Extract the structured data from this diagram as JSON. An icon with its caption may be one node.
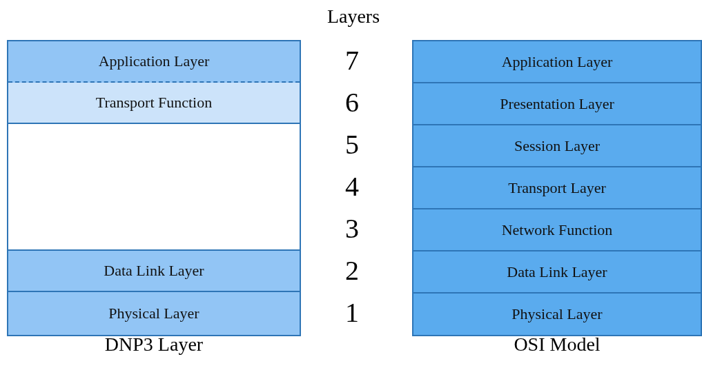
{
  "diagram": {
    "nodes": [
      {
        "text": [
          "DNP3 Layer"
        ]
      },
      {
        "text": [
          "Application Layer"
        ],
        "in": 0
      },
      {
        "text": [
          "Transport Function"
        ],
        "in": 0
      },
      {
        "text": [],
        "shape": "box",
        "in": 0
      },
      {
        "text": [
          "Data Link Layer"
        ],
        "in": 0
      },
      {
        "text": [
          "Physical Layer"
        ],
        "in": 0
      },
      {
        "text": [
          "OSI Model"
        ]
      },
      {
        "text": [
          "Application Layer"
        ],
        "in": 6
      },
      {
        "text": [
          "Presentation Layer"
        ],
        "in": 6
      },
      {
        "text": [
          "Session Layer"
        ],
        "in": 6
      },
      {
        "text": [
          "Transport Layer"
        ],
        "in": 6
      },
      {
        "text": [
          "Network Function"
        ],
        "in": 6
      },
      {
        "text": [
          "Data Link Layer"
        ],
        "in": 6
      },
      {
        "text": [
          "Physical Layer"
        ],
        "in": 6
      }
    ],
    "edges": [],
    "labels": [
      "Layers",
      "7",
      "6",
      "5",
      "4",
      "3",
      "2",
      "1"
    ]
  }
}
